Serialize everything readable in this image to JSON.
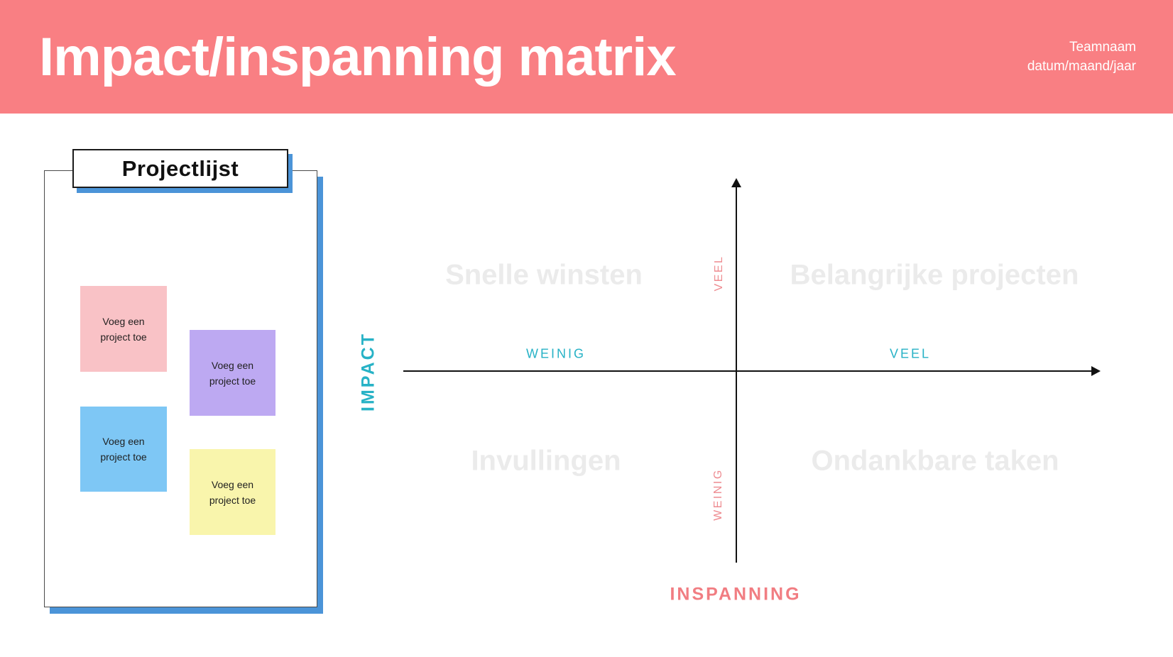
{
  "header": {
    "title": "Impact/inspanning matrix",
    "meta_line1": "Teamnaam",
    "meta_line2": "datum/maand/jaar"
  },
  "project_list": {
    "title": "Projectlijst",
    "notes": [
      {
        "id": "pink",
        "label": "Voeg een project toe",
        "color": "#f9c2c6"
      },
      {
        "id": "purple",
        "label": "Voeg een project toe",
        "color": "#bda9f2"
      },
      {
        "id": "blue",
        "label": "Voeg een project toe",
        "color": "#7ec7f5"
      },
      {
        "id": "yellow",
        "label": "Voeg een project toe",
        "color": "#f9f5ac"
      }
    ]
  },
  "matrix": {
    "quadrants": {
      "top_left": "Snelle winsten",
      "top_right": "Belangrijke projecten",
      "bottom_left": "Invullingen",
      "bottom_right": "Ondankbare taken"
    },
    "x_axis": {
      "title": "INSPANNING",
      "low": "WEINIG",
      "high": "VEEL"
    },
    "y_axis": {
      "title": "IMPACT",
      "low": "WEINIG",
      "high": "VEEL"
    }
  },
  "colors": {
    "header_bg": "#f97f83",
    "accent_teal": "#27b2c6",
    "accent_pink": "#f17d82",
    "tick_pink": "#ee8b90",
    "quadrant_label": "#ebebeb",
    "shadow_blue": "#4b94d8",
    "axis": "#111111"
  }
}
